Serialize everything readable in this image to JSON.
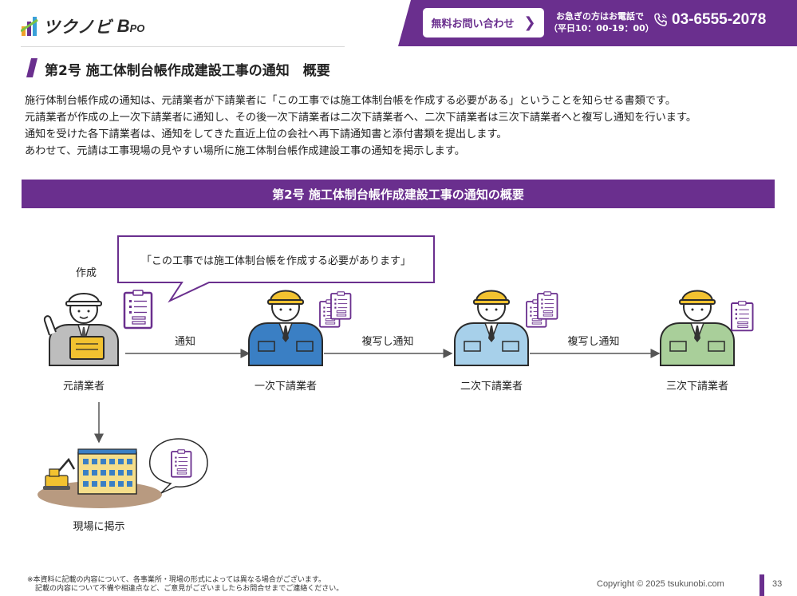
{
  "header": {
    "logo_text": "ツクノビ",
    "logo_sub_big": "B",
    "logo_sub_small": "PO",
    "contact_button_label": "無料お問い合わせ",
    "contact_hours_line1": "お急ぎの方はお電話で",
    "contact_hours_line2": "（平日10：00-19：00）",
    "phone": "03-6555-2078"
  },
  "section": {
    "title": "第2号 施工体制台帳作成建設工事の通知　概要"
  },
  "intro": [
    "施行体制台帳作成の通知は、元請業者が下請業者に「この工事では施工体制台帳を作成する必要がある」ということを知らせる書類です。",
    "元請業者が作成の上一次下請業者に通知し、その後一次下請業者は二次下請業者へ、二次下請業者は三次下請業者へと複写し通知を行います。",
    "通知を受けた各下請業者は、通知をしてきた直近上位の会社へ再下請通知書と添付書類を提出します。",
    "あわせて、元請は工事現場の見やすい場所に施工体制台帳作成建設工事の通知を掲示します。"
  ],
  "banner": {
    "title": "第2号 施工体制台帳作成建設工事の通知の概要"
  },
  "diagram": {
    "speech_bubble": "「この工事では施工体制台帳を作成する必要があります」",
    "create_label": "作成",
    "arrow_labels": [
      "通知",
      "複写し通知",
      "複写し通知"
    ],
    "roles": [
      "元請業者",
      "一次下請業者",
      "二次下請業者",
      "三次下請業者"
    ],
    "site_label": "現場に掲示",
    "colors": {
      "accent": "#6a2f8e",
      "worker_blue": "#3a7fc4",
      "worker_lightblue": "#a7d0ea",
      "worker_green": "#a9cf9a",
      "helmet": "#f2c230",
      "manager_gray": "#bdbdbd",
      "ground": "#b89a80"
    }
  },
  "footer": {
    "note_line1": "※本資料に記載の内容について、各事業所・現場の形式によっては異なる場合がございます。",
    "note_line2": "記載の内容について不備や相違点など、ご意見がございましたらお問合せまでご連絡ください。",
    "copyright": "Copyright © 2025 tsukunobi.com",
    "page_number": "33"
  }
}
